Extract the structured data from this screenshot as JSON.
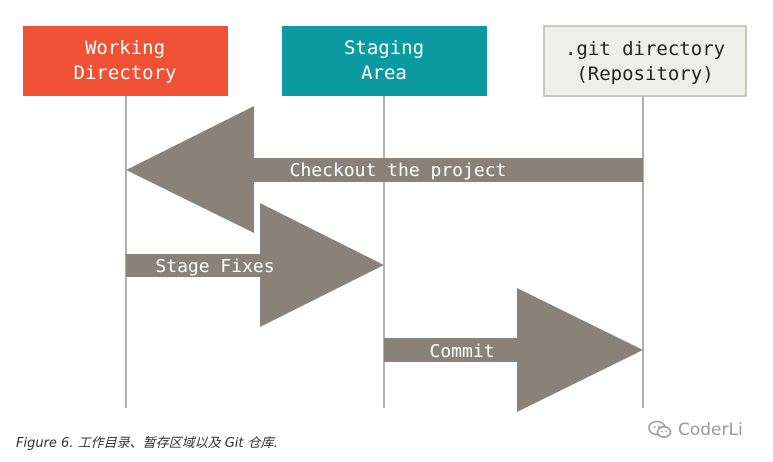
{
  "colors": {
    "working": "#f05033",
    "staging": "#0b9aa0",
    "repo_fill": "#efefe9",
    "repo_border": "#b8b8b0",
    "arrow": "#8a8278",
    "lifeline": "#b0b0b0",
    "repo_text": "#222222"
  },
  "columns": [
    {
      "id": "working",
      "label_lines": [
        "Working",
        "Directory"
      ]
    },
    {
      "id": "staging",
      "label_lines": [
        "Staging",
        "Area"
      ]
    },
    {
      "id": "repo",
      "label_lines": [
        ".git directory",
        "(Repository)"
      ]
    }
  ],
  "arrows": [
    {
      "label": "Checkout the project",
      "from": "repo",
      "to": "working"
    },
    {
      "label": "Stage Fixes",
      "from": "working",
      "to": "staging"
    },
    {
      "label": "Commit",
      "from": "staging",
      "to": "repo"
    }
  ],
  "caption": "Figure 6. 工作目录、暂存区域以及 Git 仓库.",
  "watermark": {
    "icon": "wechat-icon",
    "text": "CoderLi"
  }
}
